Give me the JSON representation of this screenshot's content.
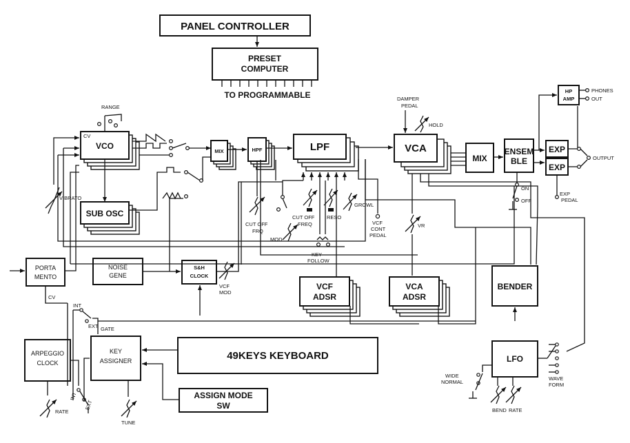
{
  "blocks": {
    "panel_controller": "PANEL CONTROLLER",
    "preset_computer_1": "PRESET",
    "preset_computer_2": "COMPUTER",
    "to_programmable": "TO PROGRAMMABLE",
    "vco": "VCO",
    "cv_small": "CV",
    "range": "RANGE",
    "sub_osc": "SUB OSC",
    "vibrato": "VIBRATO",
    "mix1": "MIX",
    "hpf": "HPF",
    "lpf": "LPF",
    "vca": "VCA",
    "mix2": "MIX",
    "ensemble_1": "ENSEM",
    "ensemble_2": "BLE",
    "exp1": "EXP",
    "exp2": "EXP",
    "hp_amp_1": "HP",
    "hp_amp_2": "AMP",
    "phones": "PHONES",
    "out": "OUT",
    "output": "OUTPUT",
    "exp_pedal_1": "EXP",
    "exp_pedal_2": "PEDAL",
    "on": "ON",
    "off": "OFF",
    "damper_pedal_1": "DAMPER",
    "damper_pedal_2": "PEDAL",
    "hold": "HOLD",
    "cutoff_frq_1": "CUT OFF",
    "cutoff_frq_2": "FRQ",
    "cutoff_freq_1": "CUT OFF",
    "cutoff_freq_2": "FREQ",
    "reso": "RESO",
    "growl": "GROWL",
    "mod": "MOD",
    "key_follow_1": "KEY",
    "key_follow_2": "FOLLOW",
    "vcf_cont_pedal_1": "VCF",
    "vcf_cont_pedal_2": "CONT",
    "vcf_cont_pedal_3": "PEDAL",
    "vr": "VR",
    "portamento_1": "PORTA",
    "portamento_2": "MENTO",
    "noise_gene_1": "NOISE",
    "noise_gene_2": "GENE",
    "sh_clock_1": "S&H",
    "sh_clock_2": "CLOCK",
    "vcf_mod_1": "VCF",
    "vcf_mod_2": "MOD",
    "vcf_adsr_1": "VCF",
    "vcf_adsr_2": "ADSR",
    "vca_adsr_1": "VCA",
    "vca_adsr_2": "ADSR",
    "bender": "BENDER",
    "cv": "CV",
    "gate": "GATE",
    "int_top": "INT",
    "ext_top": "EXT",
    "int_bottom": "INT",
    "ext_bottom": "EXT",
    "arpeggio_clock_1": "ARPEGGIO",
    "arpeggio_clock_2": "CLOCK",
    "rate_left": "RATE",
    "key_assigner_1": "KEY",
    "key_assigner_2": "ASSIGNER",
    "tune": "TUNE",
    "keyboard": "49KEYS KEYBOARD",
    "assign_mode_1": "ASSIGN MODE",
    "assign_mode_2": "SW",
    "lfo": "LFO",
    "wave_form_1": "WAVE",
    "wave_form_2": "FORM",
    "wide_normal_1": "WIDE",
    "wide_normal_2": "NORMAL",
    "bend": "BEND",
    "rate_right": "RATE"
  }
}
